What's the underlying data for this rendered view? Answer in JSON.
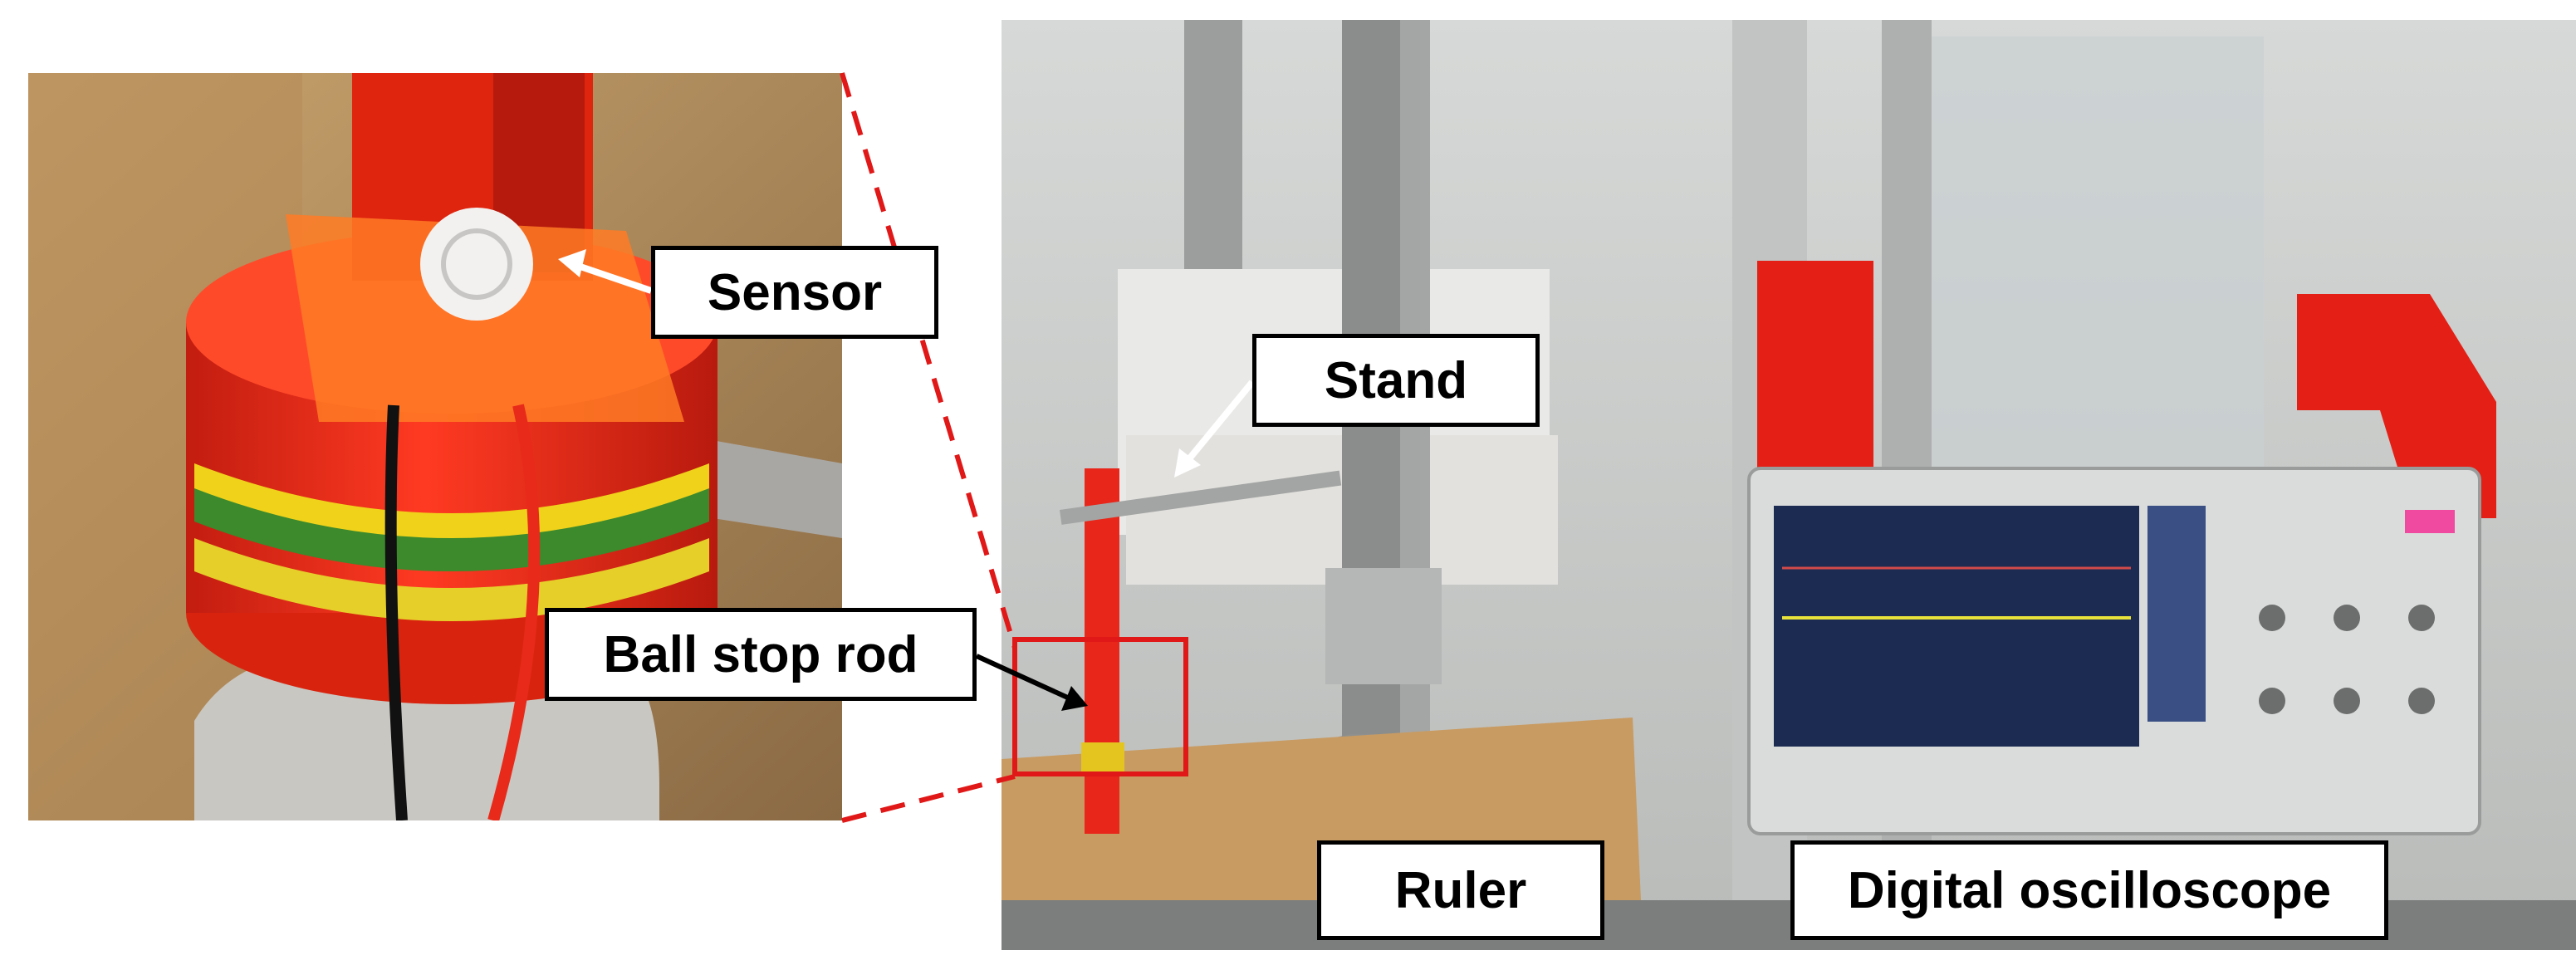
{
  "labels": {
    "sensor": "Sensor",
    "stand": "Stand",
    "ball_stop_rod": "Ball stop rod",
    "ruler": "Ruler",
    "digital_oscilloscope": "Digital oscilloscope"
  },
  "colors": {
    "callout_border": "#000000",
    "zoom_box": "#e01818",
    "arrow": "#ffffff"
  }
}
